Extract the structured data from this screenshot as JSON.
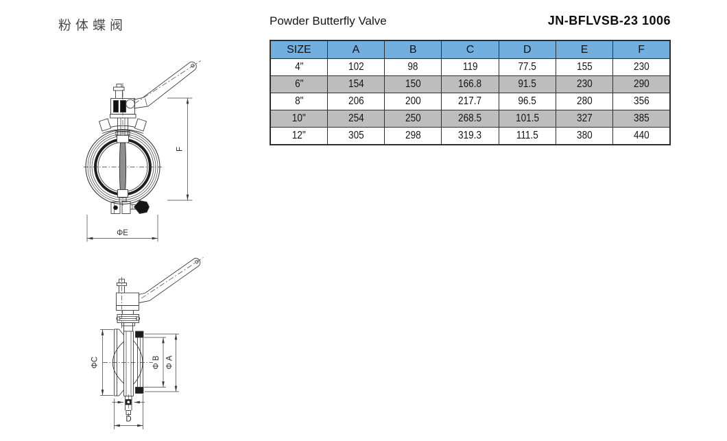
{
  "page": {
    "title_cn": "粉体蝶阀",
    "title_en": "Powder Butterfly Valve",
    "model": "JN-BFLVSB-23 1006",
    "background": "#ffffff"
  },
  "table": {
    "headers": [
      "SIZE",
      "A",
      "B",
      "C",
      "D",
      "E",
      "F"
    ],
    "rows": [
      [
        "4\"",
        "102",
        "98",
        "119",
        "77.5",
        "155",
        "230"
      ],
      [
        "6\"",
        "154",
        "150",
        "166.8",
        "91.5",
        "230",
        "290"
      ],
      [
        "8\"",
        "206",
        "200",
        "217.7",
        "96.5",
        "280",
        "356"
      ],
      [
        "10\"",
        "254",
        "250",
        "268.5",
        "101.5",
        "327",
        "385"
      ],
      [
        "12\"",
        "305",
        "298",
        "319.3",
        "111.5",
        "380",
        "440"
      ]
    ],
    "header_bg": "#72afde",
    "row_bg": "#ffffff",
    "row_alt_bg": "#bdbdbd",
    "border_color": "#2e2e2e"
  },
  "drawings": {
    "front_view": {
      "dim_f": "F",
      "dim_phi_e": "ΦE"
    },
    "side_view": {
      "dim_phi_c": "ΦC",
      "dim_phi_b": "Φ B",
      "dim_phi_a": "Φ A",
      "dim_d": "D"
    }
  }
}
